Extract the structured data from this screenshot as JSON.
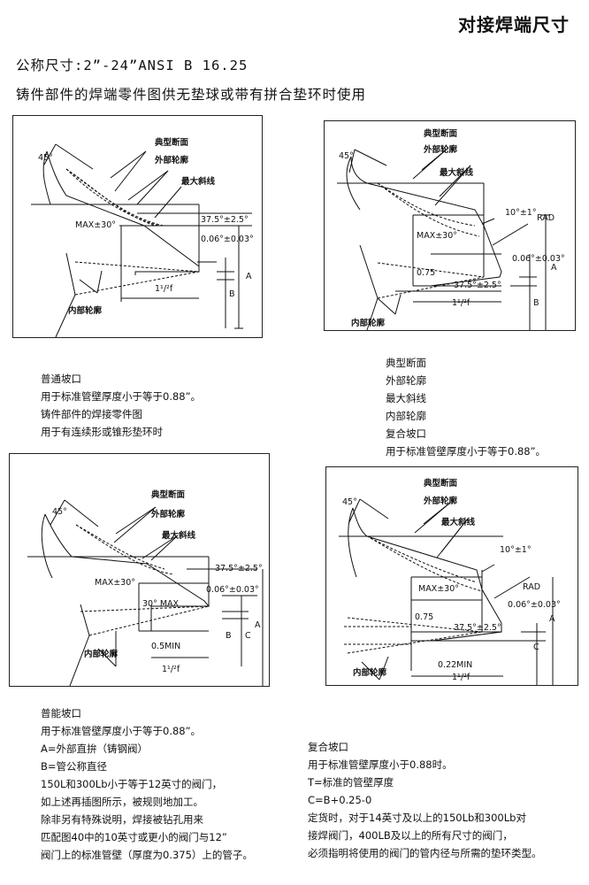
{
  "title": "对接焊端尺寸",
  "nominal_size": "公称尺寸:2”-24”ANSI B 16.25",
  "subtitle": "铸件部件的焊端零件图供无垫球或带有拼合垫环时使用",
  "labels": {
    "typical_section": "典型断面",
    "outer_profile": "外部轮廓",
    "max_bevel": "最大斜线",
    "inner_profile": "内部轮廓",
    "angle_45": "45°",
    "max30": "MAX±30°",
    "angle_375": "37.5°±2.5°",
    "tol_006": "0.06°±0.03°",
    "a": "A",
    "b": "B",
    "c": "C",
    "one_half_f": "1¹/²f",
    "angle_10": "10°±1°",
    "rad": "RAD",
    "dim_075": "0.75",
    "deg30max": "30° MAX",
    "min05": "0.5MIN",
    "min022": "0.22MIN"
  },
  "notes_top_left": [
    "普通坡口",
    "用于标准管壁厚度小于等于0.88”。",
    "铸件部件的焊接零件图",
    "用于有连续形或锥形垫环时"
  ],
  "notes_top_right": [
    "典型断面",
    "外部轮廓",
    "最大斜线",
    "内部轮廓",
    "复合坡口",
    "用于标准管壁厚度小于等于0.88”。"
  ],
  "notes_bottom_left": [
    "普能坡口",
    "用于标准管壁厚度小于等于0.88”。",
    "A=外部直拚（铸钢阀）",
    "B=管公称直径",
    "150L和300Lb小于等于12英寸的阀门，",
    "如上述再插图所示，被规则地加工。",
    "除非另有特殊说明，焊接被钻孔用来",
    "匹配图40中的10英寸或更小的阀门与12”",
    "阀门上的标准管壁（厚度为0.375）上的管子。"
  ],
  "notes_bottom_right": [
    "复合坡口",
    "用于标准管壁厚度小于0.88时。",
    "T=标准的管壁厚度",
    "C=B+0.25-0",
    "定货时，对于14英寸及以上的150Lb和300Lb对",
    "接焊阀门，400LB及以上的所有尺寸的阀门，",
    "必须指明将使用的阀门的管内径与所需的垫环类型。"
  ]
}
